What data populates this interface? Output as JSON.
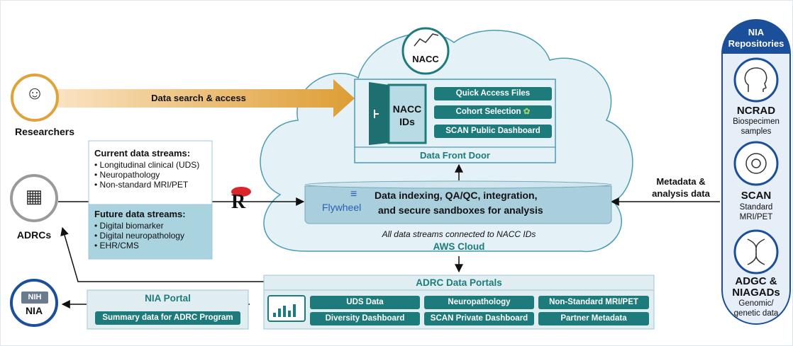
{
  "researchers": {
    "label": "Researchers"
  },
  "arrows": {
    "data_search": "Data search & access",
    "metadata_line1": "Metadata &",
    "metadata_line2": "analysis data"
  },
  "nacc": {
    "label": "NACC",
    "ids_line1": "NACC",
    "ids_line2": "IDs",
    "front_door_items": [
      "Quick Access Files",
      "Cohort Selection",
      "SCAN Public Dashboard"
    ],
    "front_door_title": "Data Front Door"
  },
  "streams": {
    "current_title": "Current data streams:",
    "current_items": [
      "Longitudinal clinical (UDS)",
      "Neuropathology",
      "Non-standard MRI/PET"
    ],
    "future_title": "Future data streams:",
    "future_items": [
      "Digital biomarker",
      "Digital neuropathology",
      "EHR/CMS"
    ]
  },
  "flywheel": {
    "logo_text": "Flywheel",
    "line1": "Data indexing, QA/QC, integration,",
    "line2": "and secure sandboxes for analysis"
  },
  "cloud": {
    "caption": "All data streams connected to NACC IDs",
    "name": "AWS Cloud"
  },
  "adrcs": {
    "label": "ADRCs"
  },
  "nia": {
    "label": "NIA",
    "badge": "NIH"
  },
  "nia_portal": {
    "title": "NIA Portal",
    "item": "Summary data for ADRC Program"
  },
  "adrc_portals": {
    "title": "ADRC Data Portals",
    "items": [
      "UDS Data",
      "Neuropathology",
      "Non-Standard MRI/PET",
      "Diversity Dashboard",
      "SCAN Private Dashboard",
      "Partner Metadata"
    ]
  },
  "repositories": {
    "title_line1": "NIA",
    "title_line2": "Repositories",
    "ncrad_name": "NCRAD",
    "ncrad_desc1": "Biospecimen",
    "ncrad_desc2": "samples",
    "scan_name": "SCAN",
    "scan_desc1": "Standard",
    "scan_desc2": "MRI/PET",
    "adgc_name1": "ADGC &",
    "adgc_name2": "NIAGADs",
    "adgc_desc1": "Genomic/",
    "adgc_desc2": "genetic data"
  },
  "colors": {
    "teal": "#1d7b7c",
    "cloud_fill": "#e4f1f6",
    "cloud_stroke": "#4a9cb3",
    "box_blue": "#b9dbe6",
    "nia_blue": "#1b4f9a",
    "orange": "#e0a23a"
  }
}
